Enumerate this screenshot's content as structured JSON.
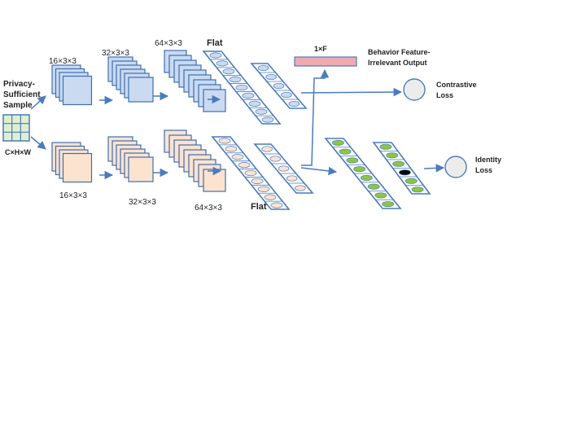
{
  "input": {
    "title_lines": [
      "Privacy-",
      "Sufficient",
      "Sample"
    ],
    "dims": "C×H×W"
  },
  "top_branch": {
    "conv1_label": "16×3×3",
    "conv2_label": "32×3×3",
    "conv3_label": "64×3×3",
    "flat_label": "Flat",
    "fill": "#c9daf1",
    "stroke": "#3f6fb0"
  },
  "bottom_branch": {
    "conv1_label": "16×3×3",
    "conv2_label": "32×3×3",
    "conv3_label": "64×3×3",
    "flat_label": "Flat",
    "fill": "#fbe3d0",
    "stroke": "#3f6fb0"
  },
  "behavior_output": {
    "size_label": "1×F",
    "title_lines": [
      "Behavior Feature-",
      "Irrelevant Output"
    ],
    "fill": "#eeaab0"
  },
  "contrastive_loss": {
    "lines": [
      "Contrastive",
      "Loss"
    ]
  },
  "identity_loss": {
    "lines": [
      "Identity",
      "Loss"
    ]
  },
  "colors": {
    "arrow": "#4a7bbd",
    "flat_cell_blue": "#c9daf1",
    "flat_cell_peach": "#fbe3d0",
    "flat_cell_green": "#8cc63f",
    "highlight": "#000000",
    "loss_circle": "#ececec"
  }
}
